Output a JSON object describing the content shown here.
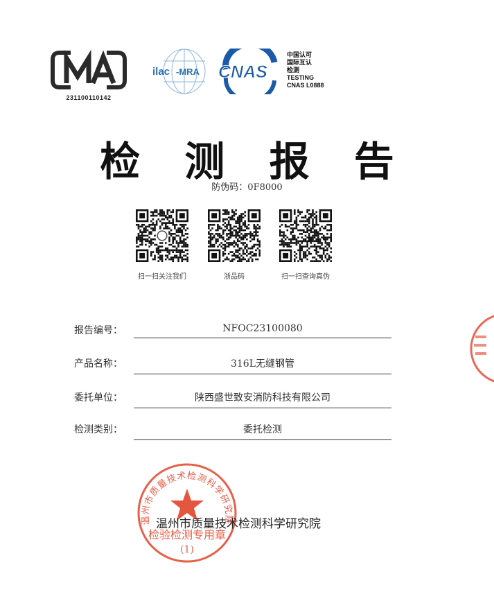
{
  "certifications": {
    "cma_logo": "CMA",
    "cma_number": "231100110142",
    "ilac_logo": "ilac-MRA",
    "cnas_logo": "CNAS",
    "cnas_text": [
      "中国认可",
      "国际互认",
      "检测",
      "TESTING",
      "CNAS L0888"
    ]
  },
  "title": "检 测 报 告",
  "anti_fake_code": "防伪码：0F8000",
  "qr_codes": [
    {
      "icon": "qr-code-icon",
      "caption": "扫一扫关注我们"
    },
    {
      "icon": "qr-code-icon",
      "caption": "浙品码"
    },
    {
      "icon": "qr-code-icon",
      "caption": "扫一扫查询真伪"
    }
  ],
  "fields": [
    {
      "label": "报告编号：",
      "value": "NFOC23100080"
    },
    {
      "label": "产品名称：",
      "value": "316L无缝钢管"
    },
    {
      "label": "委托单位：",
      "value": "陕西盛世致安消防科技有限公司"
    },
    {
      "label": "检测类别：",
      "value": "委托检测"
    }
  ],
  "organization": "温州市质量技术检测科学研究院",
  "stamp": {
    "ring_text": "温州市质量技术检测科学研究院",
    "bottom_text": "检验检测专用章",
    "number": "(1)",
    "color": "#e2442a"
  },
  "colors": {
    "cma": "#2a2a2a",
    "cnas_blue": "#1a5aa8",
    "ilac_blue": "#2a6fb5",
    "stamp": "#e2442a"
  }
}
